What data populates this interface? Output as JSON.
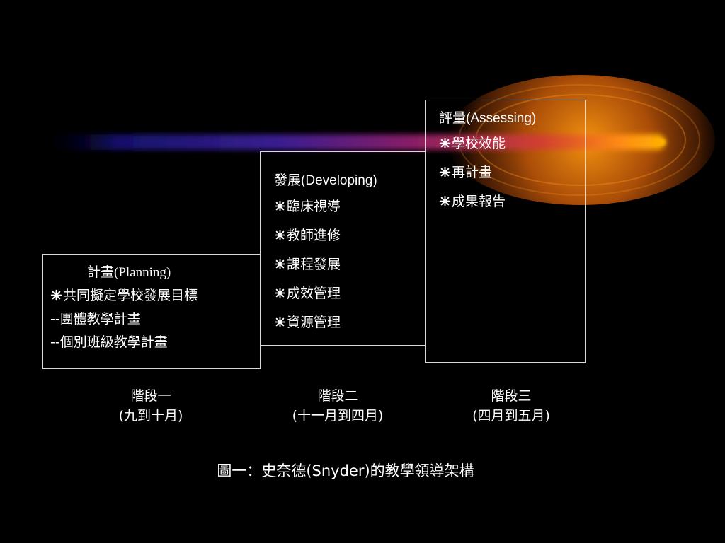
{
  "stages": [
    {
      "title_zh": "計畫",
      "title_en": "(Planning)",
      "items": [
        "共同擬定學校發展目標",
        "--團體教學計畫",
        "--個別班級教學計畫"
      ],
      "bulleted": [
        true,
        false,
        false
      ],
      "stage_label": "階段一",
      "period": "(九到十月)"
    },
    {
      "title_zh": "發展",
      "title_en": "(Developing)",
      "items": [
        "臨床視導",
        "教師進修",
        "課程發展",
        "成效管理",
        "資源管理"
      ],
      "bulleted": [
        true,
        true,
        true,
        true,
        true
      ],
      "stage_label": "階段二",
      "period": "(十一月到四月)"
    },
    {
      "title_zh": "評量",
      "title_en": "(Assessing)",
      "items": [
        "學校效能",
        "再計畫",
        "成果報告"
      ],
      "bulleted": [
        true,
        true,
        true
      ],
      "stage_label": "階段三",
      "period": "(四月到五月)"
    }
  ],
  "caption": "圖一：史奈德(Snyder)的教學領導架構",
  "icons": {
    "bullet": "asterisk-bullet-icon",
    "decoration": "comet-trail"
  },
  "colors": {
    "background": "#000000",
    "text": "#ffffff",
    "border": "#d9d9d9",
    "comet_core": "#ffb300",
    "comet_tail": "#2a1b8c"
  }
}
